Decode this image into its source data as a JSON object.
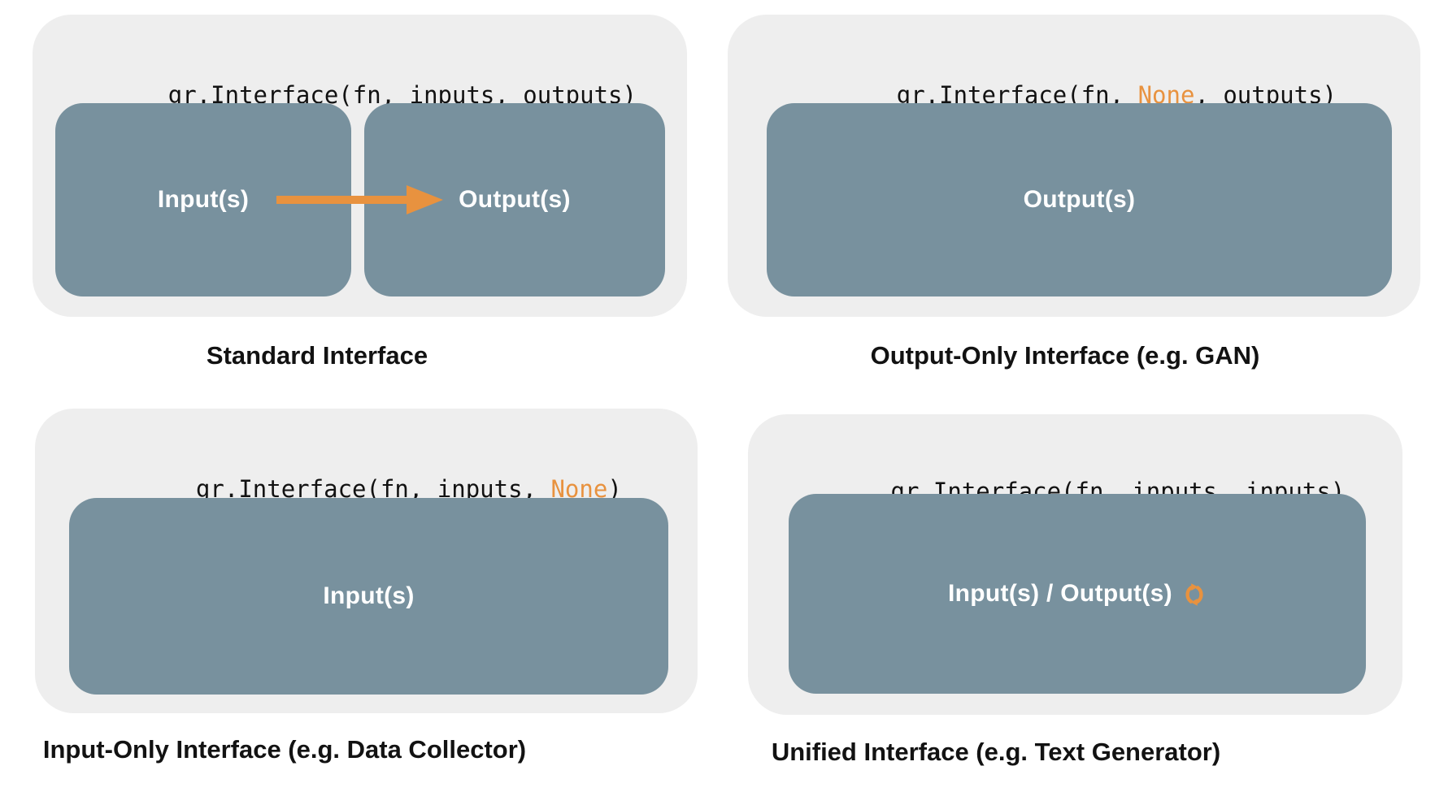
{
  "colors": {
    "page_bg": "#FFFFFF",
    "panel_bg": "#EEEEEE",
    "box_bg": "#78919E",
    "accent_orange": "#E8923F",
    "text_dark": "#121212",
    "box_label_color": "#FFFFFF"
  },
  "icons": {
    "flow_arrow": "arrow-right-icon",
    "unified_refresh": "sync-icon"
  },
  "panels": [
    {
      "id": "standard-interface",
      "code": {
        "pre": "gr.Interface(fn, inputs, outputs)",
        "highlight": "",
        "post": ""
      },
      "boxes": [
        {
          "label": "Input(s)"
        },
        {
          "label": "Output(s)"
        }
      ],
      "caption": "Standard Interface"
    },
    {
      "id": "output-only-interface",
      "code": {
        "pre": "gr.Interface(fn, ",
        "highlight": "None",
        "post": ", outputs)"
      },
      "boxes": [
        {
          "label": "Output(s)"
        }
      ],
      "caption": "Output-Only Interface (e.g. GAN)"
    },
    {
      "id": "input-only-interface",
      "code": {
        "pre": "gr.Interface(fn, inputs, ",
        "highlight": "None",
        "post": ")"
      },
      "boxes": [
        {
          "label": "Input(s)"
        }
      ],
      "caption": "Input-Only Interface (e.g. Data Collector)"
    },
    {
      "id": "unified-interface",
      "code": {
        "pre": "gr.Interface(fn, inputs, inputs)",
        "highlight": "",
        "post": ""
      },
      "boxes": [
        {
          "label": "Input(s) / Output(s)"
        }
      ],
      "caption": "Unified Interface (e.g. Text Generator)"
    }
  ]
}
